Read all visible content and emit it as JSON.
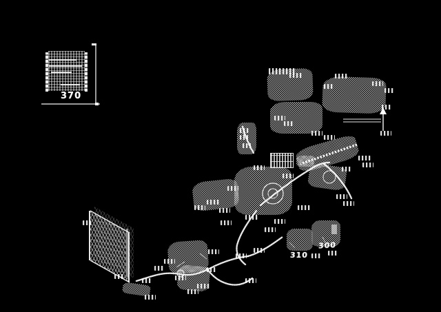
{
  "canvas": {
    "background": "#000000",
    "ink": "#ffffff"
  },
  "inset": {
    "figure_label": "370"
  },
  "references": {
    "left_label": "310",
    "right_label": "300"
  },
  "icons": {
    "direction_arrow": "up-arrow-indicator"
  }
}
